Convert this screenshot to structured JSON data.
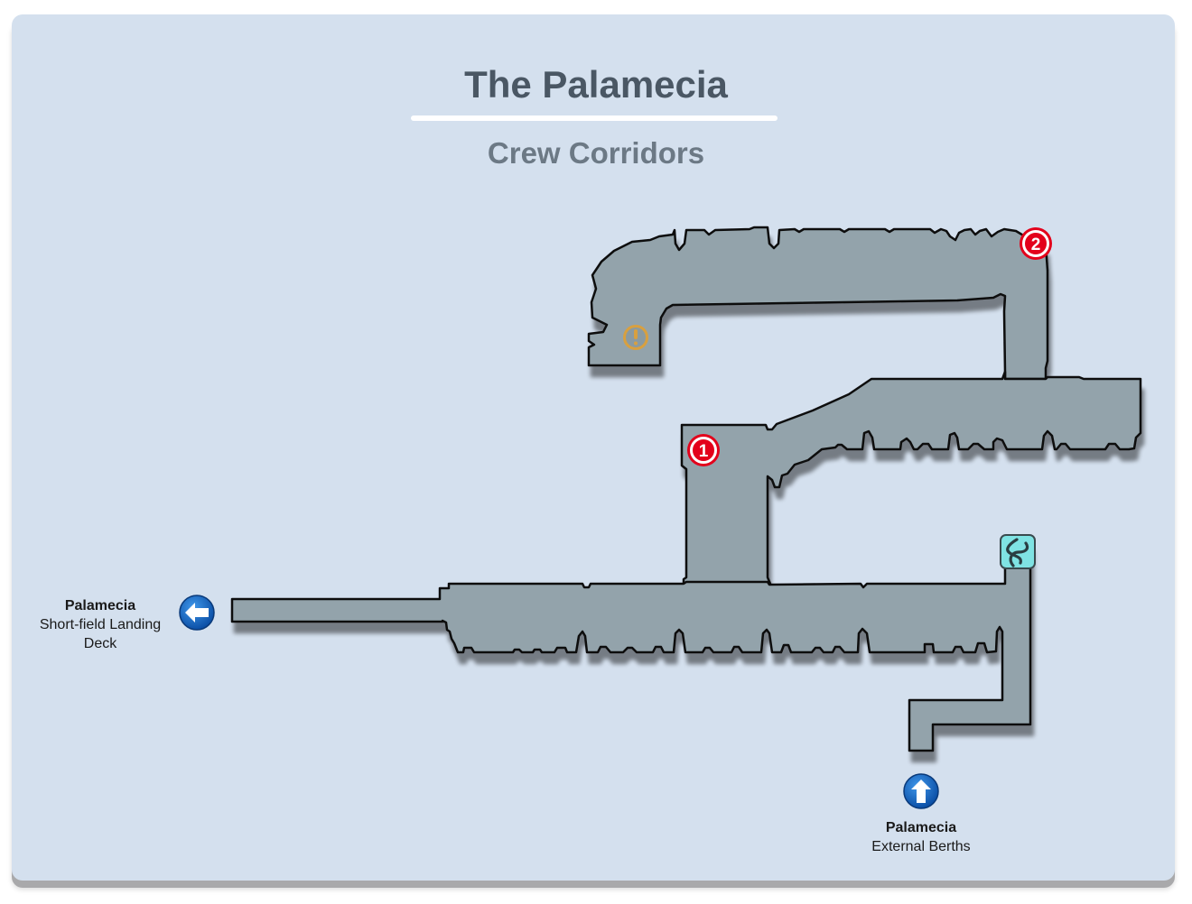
{
  "header": {
    "title": "The Palamecia",
    "subtitle": "Crew Corridors"
  },
  "exits": [
    {
      "name": "Palamecia",
      "destination": "Short-field Landing Deck",
      "direction": "left",
      "icon": "arrow-left-icon"
    },
    {
      "name": "Palamecia",
      "destination": "External Berths",
      "direction": "up",
      "icon": "arrow-up-icon"
    }
  ],
  "markers": [
    {
      "label": "1",
      "type": "numbered-point",
      "icon": "number-1-marker-icon"
    },
    {
      "label": "2",
      "type": "numbered-point",
      "icon": "number-2-marker-icon"
    },
    {
      "label": "!",
      "type": "event",
      "icon": "exclamation-icon"
    },
    {
      "label": "",
      "type": "save-point",
      "icon": "save-point-icon"
    }
  ],
  "colors": {
    "background": "#d4e0ee",
    "floor": "#93a3ab",
    "outline": "#0e0e0e",
    "numbered_marker": "#e3001b",
    "event_marker": "#d8a040",
    "save_point": "#7fe3e3",
    "exit_arrow": "#1566c0"
  }
}
